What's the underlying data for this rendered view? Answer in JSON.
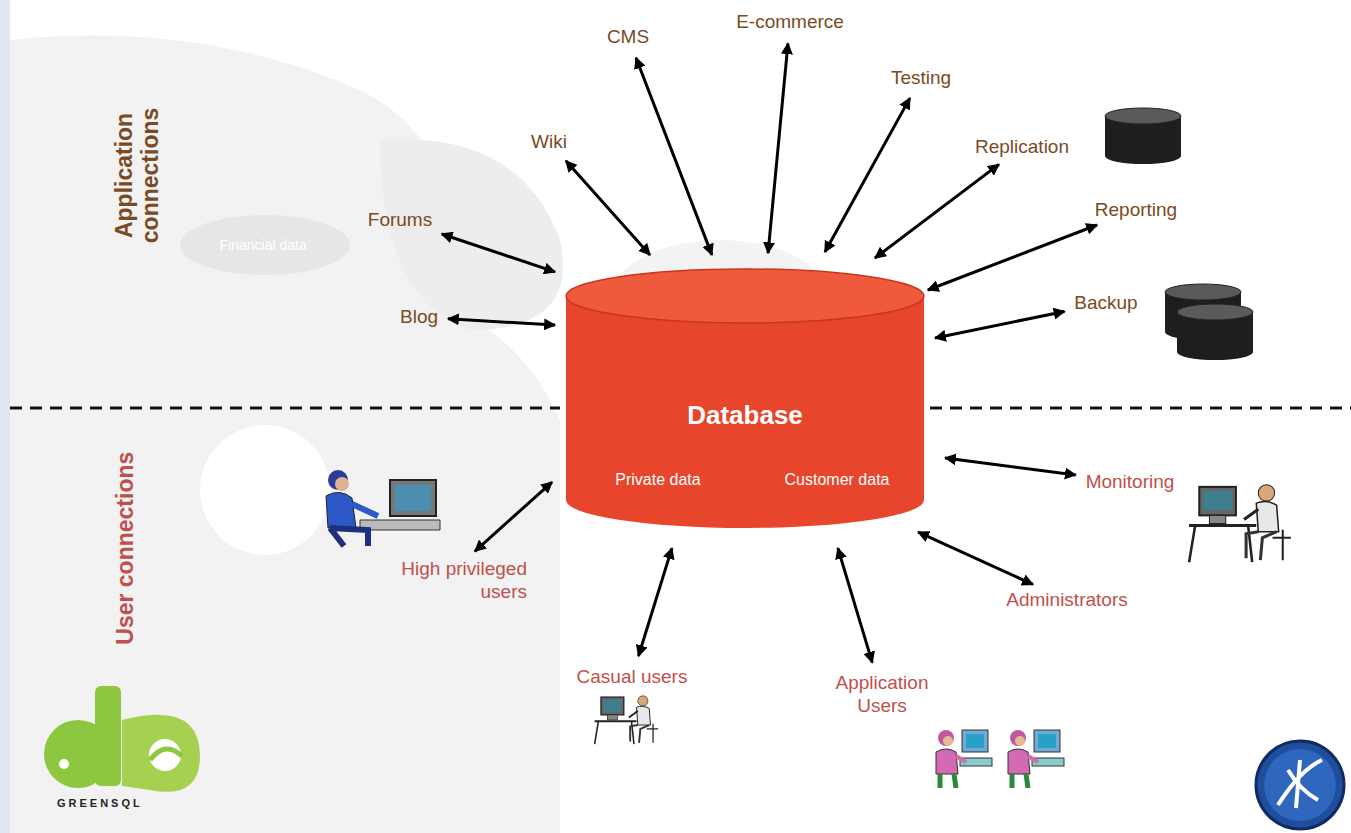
{
  "diagram": {
    "nodes": [
      {
        "text": [
          "Database",
          "Private data",
          "Customer data"
        ]
      },
      {
        "text": [
          "CMS"
        ]
      },
      {
        "text": [
          "E-commerce"
        ]
      },
      {
        "text": [
          "Wiki"
        ]
      },
      {
        "text": [
          "Testing"
        ]
      },
      {
        "text": [
          "Replication"
        ]
      },
      {
        "text": [
          "Reporting"
        ]
      },
      {
        "text": [
          "Forums"
        ]
      },
      {
        "text": [
          "Blog"
        ]
      },
      {
        "text": [
          "Backup"
        ]
      },
      {
        "text": [
          "High privileged users"
        ]
      },
      {
        "text": [
          "Monitoring"
        ]
      },
      {
        "text": [
          "Administrators"
        ]
      },
      {
        "text": [
          "Casual users"
        ]
      },
      {
        "text": [
          "Application Users"
        ]
      }
    ],
    "edges": [
      {
        "from": 1,
        "to": 0,
        "arrow": "both"
      },
      {
        "from": 2,
        "to": 0,
        "arrow": "both"
      },
      {
        "from": 3,
        "to": 0,
        "arrow": "both"
      },
      {
        "from": 4,
        "to": 0,
        "arrow": "both"
      },
      {
        "from": 5,
        "to": 0,
        "arrow": "both"
      },
      {
        "from": 6,
        "to": 0,
        "arrow": "both"
      },
      {
        "from": 7,
        "to": 0,
        "arrow": "both"
      },
      {
        "from": 8,
        "to": 0,
        "arrow": "both"
      },
      {
        "from": 9,
        "to": 0,
        "arrow": "both"
      },
      {
        "from": 10,
        "to": 0,
        "arrow": "both"
      },
      {
        "from": 11,
        "to": 0,
        "arrow": "both"
      },
      {
        "from": 12,
        "to": 0,
        "arrow": "both"
      },
      {
        "from": 13,
        "to": 0,
        "arrow": "both"
      },
      {
        "from": 14,
        "to": 0,
        "arrow": "both"
      }
    ],
    "labels": [
      "Application connections",
      "User connections",
      "Financial data",
      "GREENSQL"
    ]
  }
}
